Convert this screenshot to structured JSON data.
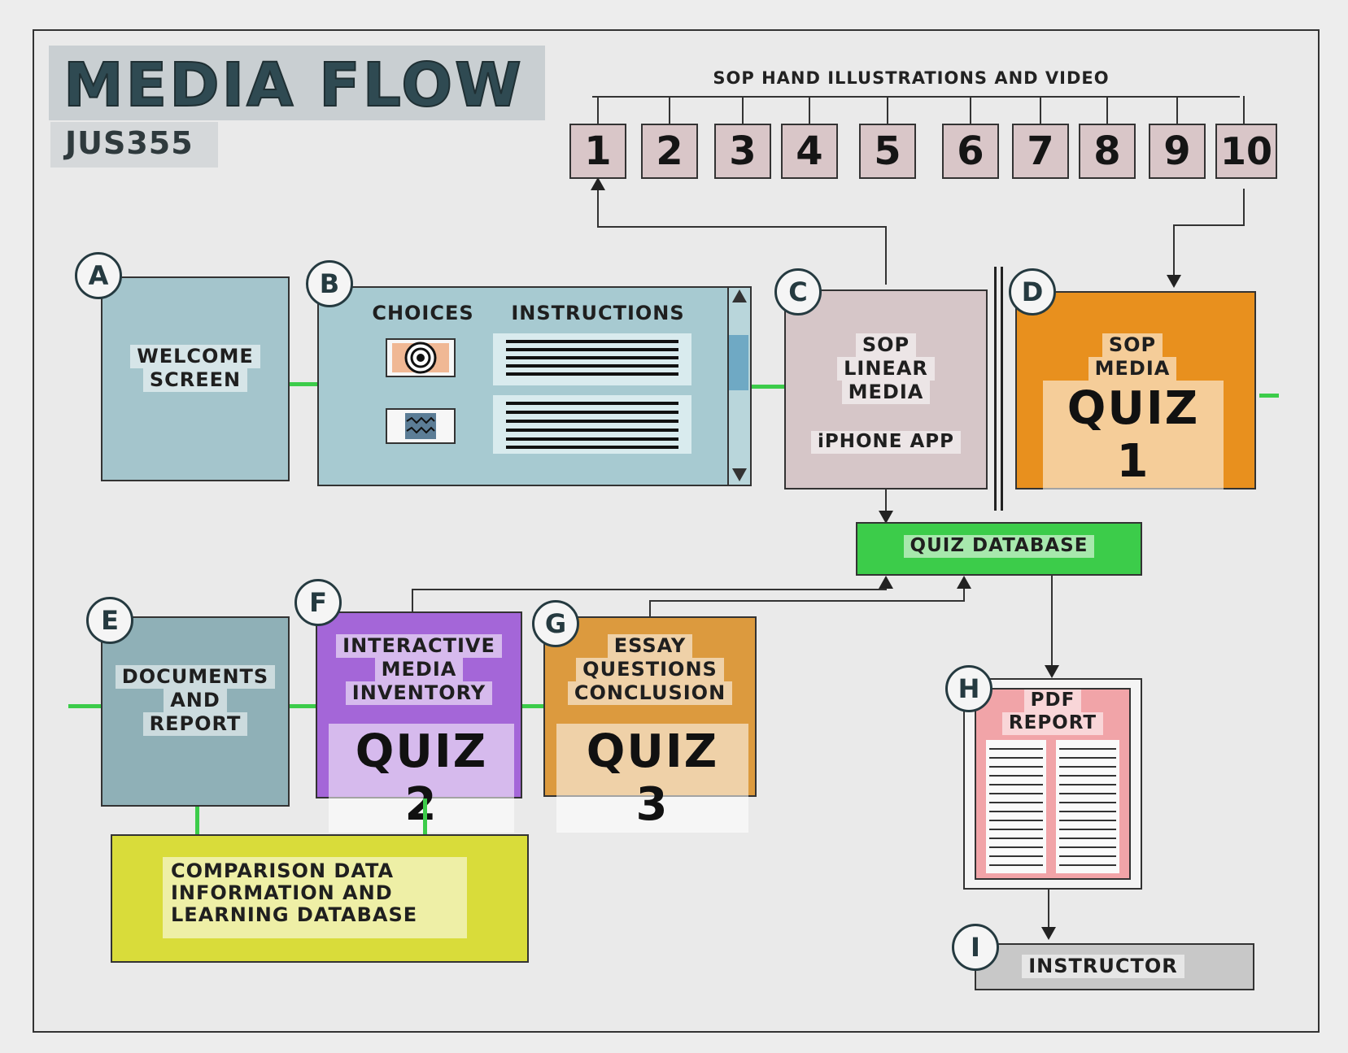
{
  "header": {
    "title": "MEDIA FLOW",
    "subtitle": "JUS355",
    "sop_heading": "SOP HAND ILLUSTRATIONS AND VIDEO"
  },
  "sop_items": [
    "1",
    "2",
    "3",
    "4",
    "5",
    "6",
    "7",
    "8",
    "9",
    "10"
  ],
  "markers": {
    "a": "A",
    "b": "B",
    "c": "C",
    "d": "D",
    "e": "E",
    "f": "F",
    "g": "G",
    "h": "H",
    "i": "I"
  },
  "nodes": {
    "welcome": {
      "line1": "WELCOME",
      "line2": "SCREEN"
    },
    "choices": {
      "choices_label": "CHOICES",
      "instructions_label": "INSTRUCTIONS"
    },
    "sop_linear": {
      "line1": "SOP",
      "line2": "LINEAR",
      "line3": "MEDIA",
      "app": "iPHONE APP"
    },
    "quiz1": {
      "line1": "SOP",
      "line2": "MEDIA",
      "quiz": "QUIZ 1"
    },
    "quiz_db": {
      "label": "QUIZ DATABASE"
    },
    "documents": {
      "line1": "DOCUMENTS",
      "line2": "AND",
      "line3": "REPORT"
    },
    "quiz2": {
      "line1": "INTERACTIVE",
      "line2": "MEDIA",
      "line3": "INVENTORY",
      "quiz": "QUIZ 2"
    },
    "quiz3": {
      "line1": "ESSAY",
      "line2": "QUESTIONS",
      "line3": "CONCLUSION",
      "quiz": "QUIZ 3"
    },
    "comparison_db": {
      "line1": "COMPARISON DATA",
      "line2": "INFORMATION AND",
      "line3": "LEARNING DATABASE"
    },
    "pdf": {
      "line1": "PDF",
      "line2": "REPORT"
    },
    "instructor": {
      "label": "INSTRUCTOR"
    }
  },
  "colors": {
    "teal": "#a4c5cc",
    "teal_dark": "#8fb0b7",
    "mauve": "#d6c6c8",
    "orange": "#e8901e",
    "orange_light": "#dc9a3e",
    "purple": "#a466d8",
    "lime": "#d9dc3a",
    "green": "#3ccc4a",
    "pink": "#f1a4a8",
    "gray": "#c8c8c8"
  }
}
